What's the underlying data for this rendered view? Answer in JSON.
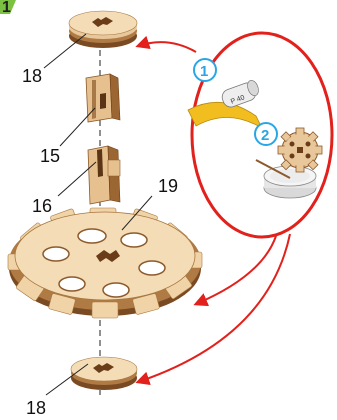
{
  "step_number": "1",
  "part_labels": {
    "top_cap": "18",
    "connector_a": "15",
    "connector_b": "16",
    "large_gear": "19",
    "bottom_cap": "18"
  },
  "callout_steps": {
    "step_one": "1",
    "step_two": "2"
  },
  "sandpaper_tube_text": "P 40"
}
